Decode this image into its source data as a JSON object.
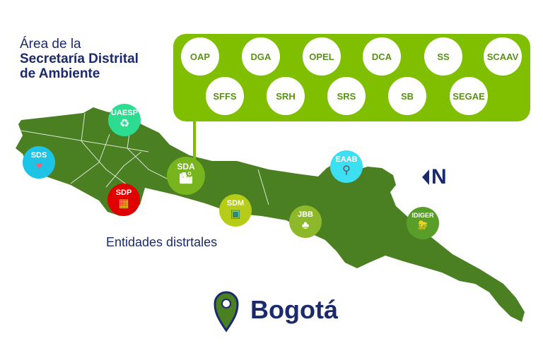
{
  "header": {
    "line1": "Área de la",
    "line2": "Secretaría Distrital",
    "line3": "de Ambiente"
  },
  "units": [
    "OAP",
    "DGA",
    "OPEL",
    "DCA",
    "SS",
    "SCAAV",
    "SFFS",
    "SRH",
    "SRS",
    "SB",
    "SEGAE"
  ],
  "entities": [
    {
      "label": "UAESP",
      "color": "#2bdc91",
      "icon": "recycle-bin-icon"
    },
    {
      "label": "SDS",
      "color": "#1ec4e6",
      "icon": "heart-icon"
    },
    {
      "label": "SDP",
      "color": "#e00000",
      "icon": "blueprint-icon"
    },
    {
      "label": "SDA",
      "color": "#78b41e",
      "icon": "city-globe-icon"
    },
    {
      "label": "SDM",
      "color": "#b5cc18",
      "icon": "bus-icon"
    },
    {
      "label": "JBB",
      "color": "#8cb82a",
      "icon": "trees-icon"
    },
    {
      "label": "EAAB",
      "color": "#3ddff2",
      "icon": "water-tap-icon"
    },
    {
      "label": "IDIGER",
      "color": "#5a9e2a",
      "icon": "storm-house-icon"
    }
  ],
  "subtitle": "Entidades distrtales",
  "city": "Bogotá",
  "north": "N",
  "colors": {
    "map": "#4a7f22",
    "accent": "#7fbf00",
    "text": "#1b2a6b"
  }
}
